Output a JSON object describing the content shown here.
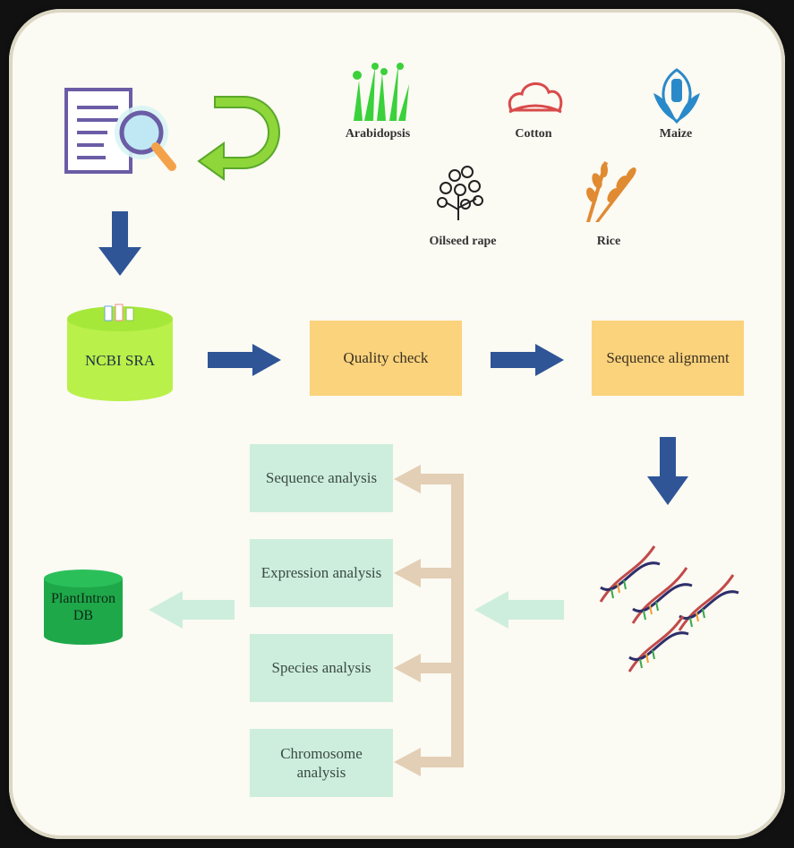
{
  "plants": {
    "arabidopsis": "Arabidopsis",
    "cotton": "Cotton",
    "maize": "Maize",
    "oilseed_rape": "Oilseed rape",
    "rice": "Rice"
  },
  "pipeline": {
    "ncbi_sra": "NCBI SRA",
    "quality_check": "Quality check",
    "sequence_alignment": "Sequence alignment"
  },
  "analyses": {
    "sequence": "Sequence analysis",
    "expression": "Expression analysis",
    "species": "Species analysis",
    "chromosome_line1": "Chromosome",
    "chromosome_line2": "analysis"
  },
  "database": {
    "line1": "PlantIntron",
    "line2": "DB"
  },
  "colors": {
    "blue_arrow": "#2f5597",
    "orange_box": "#fbd37d",
    "mint_box": "#cdeedd",
    "ncbi_green": "#b9f04a",
    "db_green": "#1ea84a",
    "tan_arrow": "#e3cfb5",
    "mint_arrow": "#cdeedd"
  }
}
